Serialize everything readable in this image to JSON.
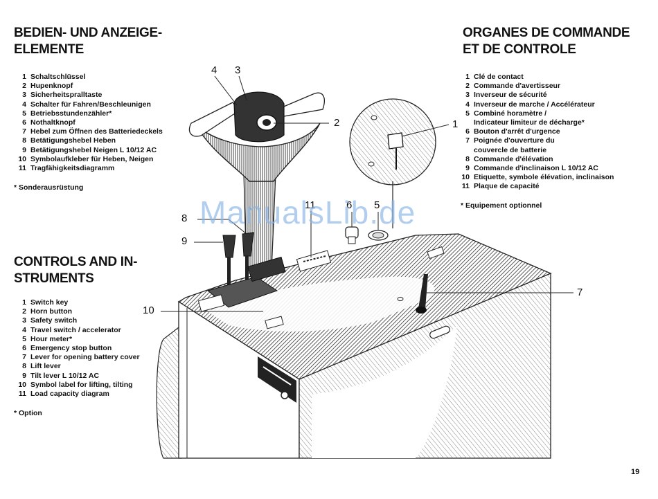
{
  "de": {
    "heading": [
      "BEDIEN- UND ANZEIGE-",
      "ELEMENTE"
    ],
    "items": [
      {
        "n": "1",
        "t": "Schaltschlüssel"
      },
      {
        "n": "2",
        "t": "Hupenknopf"
      },
      {
        "n": "3",
        "t": "Sicherheitspralltaste"
      },
      {
        "n": "4",
        "t": "Schalter für Fahren/Beschleunigen"
      },
      {
        "n": "5",
        "t": "Betriebsstundenzähler*"
      },
      {
        "n": "6",
        "t": "Nothaltknopf"
      },
      {
        "n": "7",
        "t": "Hebel zum Öffnen des Batteriedeckels"
      },
      {
        "n": "8",
        "t": "Betätigungshebel Heben"
      },
      {
        "n": "9",
        "t": "Betätigungshebel Neigen L 10/12 AC"
      },
      {
        "n": "10",
        "t": "Symbolaufkleber für Heben, Neigen"
      },
      {
        "n": "11",
        "t": "Tragfähigkeitsdiagramm"
      }
    ],
    "note": "* Sonderausrüstung"
  },
  "en": {
    "heading": [
      "CONTROLS AND IN-",
      "STRUMENTS"
    ],
    "items": [
      {
        "n": "1",
        "t": "Switch key"
      },
      {
        "n": "2",
        "t": "Horn button"
      },
      {
        "n": "3",
        "t": "Safety switch"
      },
      {
        "n": "4",
        "t": "Travel switch / accelerator"
      },
      {
        "n": "5",
        "t": "Hour meter*"
      },
      {
        "n": "6",
        "t": "Emergency stop button"
      },
      {
        "n": "7",
        "t": "Lever for opening battery cover"
      },
      {
        "n": "8",
        "t": "Lift lever"
      },
      {
        "n": "9",
        "t": "Tilt lever L 10/12 AC"
      },
      {
        "n": "10",
        "t": "Symbol label for lifting, tilting"
      },
      {
        "n": "11",
        "t": "Load capacity diagram"
      }
    ],
    "note": "* Option"
  },
  "fr": {
    "heading": [
      "ORGANES DE COMMANDE",
      "ET DE CONTROLE"
    ],
    "items": [
      {
        "n": "1",
        "t": "Clé de contact"
      },
      {
        "n": "2",
        "t": "Commande d'avertisseur"
      },
      {
        "n": "3",
        "t": "Inverseur de sécurité"
      },
      {
        "n": "4",
        "t": "Inverseur de marche / Accélérateur"
      },
      {
        "n": "5",
        "t": "Combiné horamètre /"
      },
      {
        "n": "",
        "t": "Indicateur limiteur de décharge*"
      },
      {
        "n": "6",
        "t": "Bouton d'arrêt d'urgence"
      },
      {
        "n": "7",
        "t": "Poignée d'ouverture du"
      },
      {
        "n": "",
        "t": "couvercle de batterie"
      },
      {
        "n": "8",
        "t": "Commande d'élévation"
      },
      {
        "n": "9",
        "t": "Commande d'inclinaison L 10/12 AC"
      },
      {
        "n": "10",
        "t": "Etiquette, symbole élévation, inclinaison"
      },
      {
        "n": "11",
        "t": "Plaque de capacité"
      }
    ],
    "note": "* Equipement optionnel"
  },
  "callouts": {
    "c1": "1",
    "c2": "2",
    "c3": "3",
    "c4": "4",
    "c5": "5",
    "c6": "6",
    "c7": "7",
    "c8": "8",
    "c9": "9",
    "c10": "10",
    "c11": "11"
  },
  "watermark": "ManualsLib.de",
  "page_number": "19"
}
